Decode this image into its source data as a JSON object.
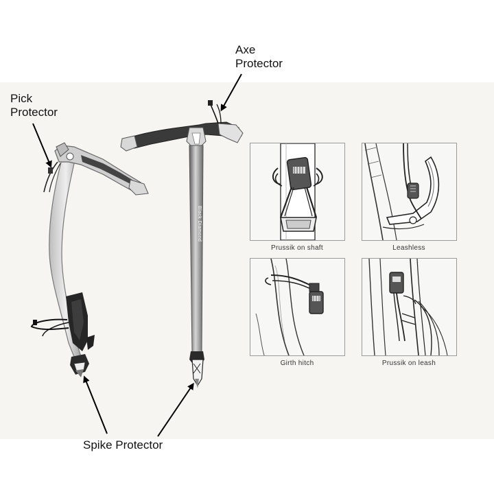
{
  "callouts": {
    "pick_protector": [
      "Pick",
      "Protector"
    ],
    "axe_protector": [
      "Axe",
      "Protector"
    ],
    "spike_protector": "Spike Protector"
  },
  "brand_marking": "Black Diamond",
  "panels": [
    {
      "caption": "Prussik on shaft"
    },
    {
      "caption": "Leashless"
    },
    {
      "caption": "Girth hitch"
    },
    {
      "caption": "Prussik on leash"
    }
  ],
  "colors": {
    "band": "#f6f5f2",
    "shaft_dark": "#6f6f6f",
    "shaft_light": "#c9c9c9",
    "grip": "#2a2a2a",
    "arrow": "#000000"
  }
}
